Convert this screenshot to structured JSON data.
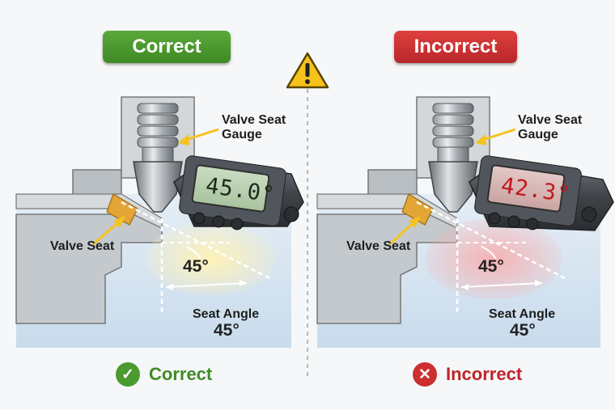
{
  "left_panel": {
    "banner": "Correct",
    "gauge_label": "Valve Seat\nGauge",
    "readout": "45.0°",
    "valve_seat_label": "Valve Seat",
    "inner_angle": "45°",
    "seat_angle_label": "Seat Angle",
    "seat_angle_value": "45°",
    "result_text": "Correct",
    "accent_color": "#4a9a2f"
  },
  "right_panel": {
    "banner": "Incorrect",
    "gauge_label": "Valve Seat\nGauge",
    "readout": "42.3°",
    "valve_seat_label": "Valve Seat",
    "inner_angle": "45°",
    "seat_angle_label": "Seat Angle",
    "seat_angle_value": "45°",
    "result_text": "Incorrect",
    "accent_color": "#cc2f30"
  },
  "icons": {
    "warning": "warning-triangle-icon",
    "check": "check-circle-icon",
    "cross": "x-circle-icon"
  }
}
